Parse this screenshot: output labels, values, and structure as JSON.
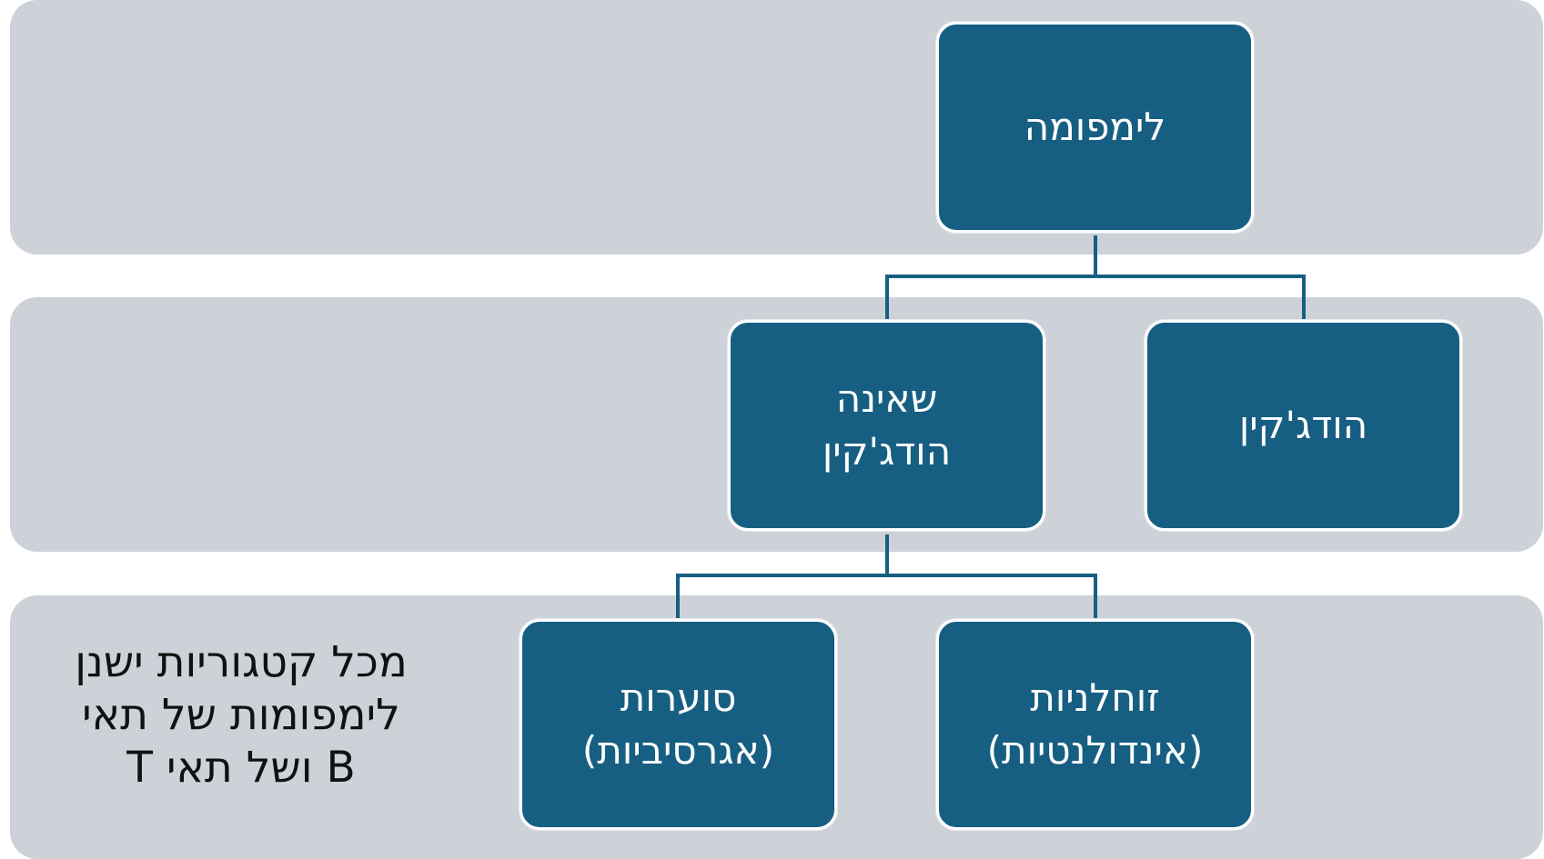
{
  "colors": {
    "band": "#cdd2d9",
    "node": "#175f82",
    "connector": "#175f82"
  },
  "nodes": {
    "root": "לימפומה",
    "hodgkin": "הודג'קין",
    "non_hodgkin": "שאינה\nהודג'קין",
    "indolent": "זוחלניות\n(אינדולנטיות)",
    "aggressive": "סוערות\n(אגרסיביות)"
  },
  "note": "מכל קטגוריות ישנן\nלימפומות של תאי\nB ושל תאי T"
}
